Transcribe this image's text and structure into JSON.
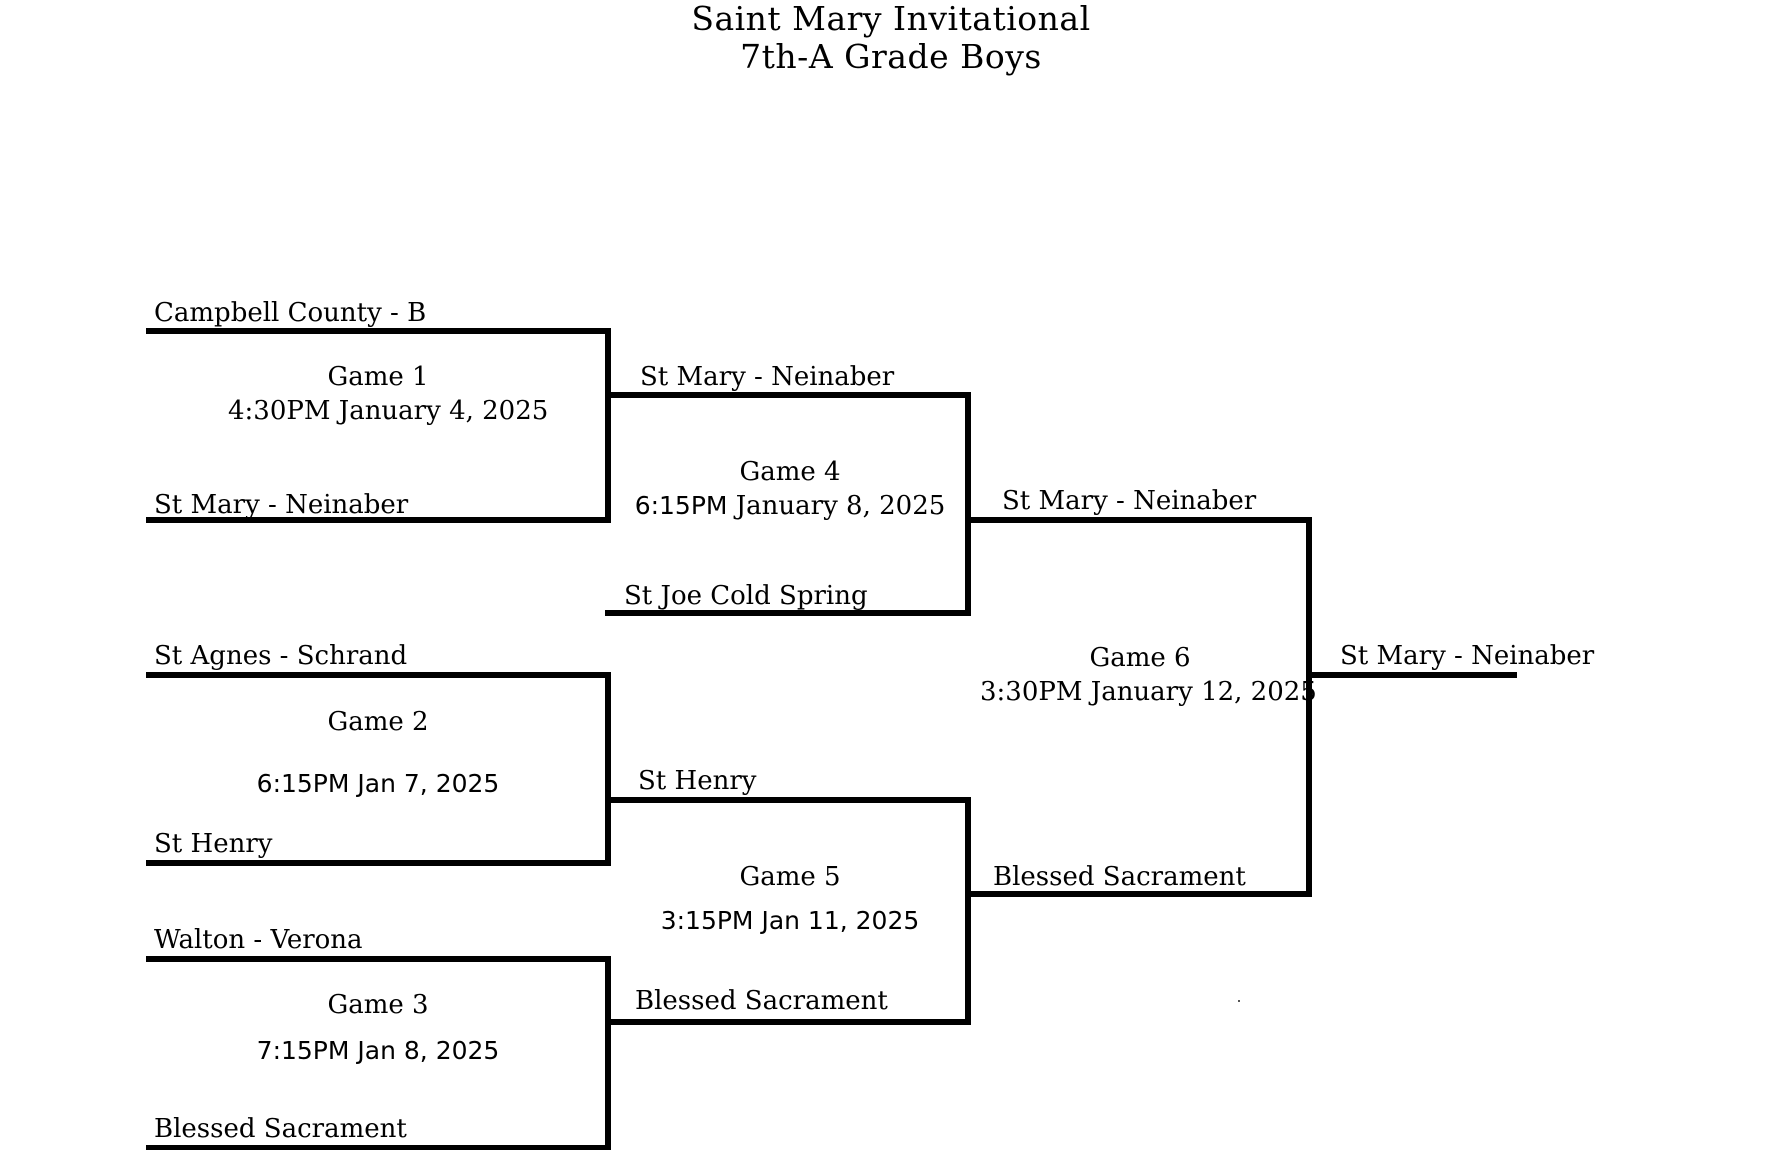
{
  "title": {
    "line1": "Saint Mary Invitational",
    "line2": "7th-A Grade Boys"
  },
  "round1": {
    "game1": {
      "team_top": "Campbell County - B",
      "team_bottom": "St Mary - Neinaber",
      "name": "Game 1",
      "time": "4:30PM January 4, 2025"
    },
    "game2": {
      "team_top": "St Agnes - Schrand",
      "team_bottom": "St Henry",
      "name": "Game 2",
      "time": "6:15PM Jan 7, 2025"
    },
    "game3": {
      "team_top": "Walton - Verona",
      "team_bottom": "Blessed Sacrament",
      "name": "Game 3",
      "time": "7:15PM Jan 8, 2025"
    }
  },
  "round2": {
    "game4": {
      "team_top": "St Mary - Neinaber",
      "team_bottom": "St Joe Cold Spring",
      "name": "Game 4",
      "time_prefix": "6:15PM",
      "time_rest": "January 8, 2025"
    },
    "game5": {
      "team_top": "St Henry",
      "team_bottom": "Blessed Sacrament",
      "name": "Game 5",
      "time": "3:15PM Jan 11, 2025"
    }
  },
  "final": {
    "game6": {
      "team_top": "St Mary - Neinaber",
      "team_bottom": "Blessed Sacrament",
      "name": "Game 6",
      "time": "3:30PM January 12, 2025"
    },
    "champion": "St Mary - Neinaber"
  }
}
